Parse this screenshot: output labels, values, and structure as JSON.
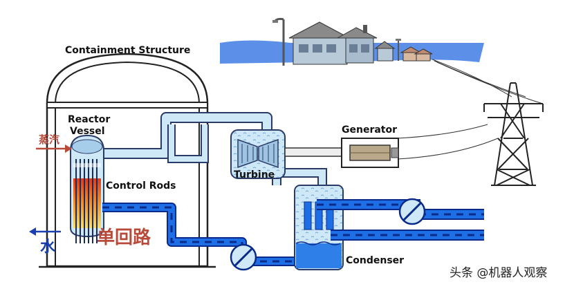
{
  "labels": {
    "containment": "Containment Structure",
    "reactor_line1": "Reactor",
    "reactor_line2": "Vessel",
    "control_rods": "Control Rods",
    "generator": "Generator",
    "turbine": "Turbine",
    "condenser": "Condenser"
  },
  "annotations": {
    "steam": "蒸汽",
    "single_loop": "单回路",
    "water": "水"
  },
  "watermark": "头条 @机器人观察",
  "colors": {
    "pipe_light": "#cfe8f7",
    "pipe_outline": "#2a3a66",
    "water_blue": "#1e6ee6",
    "water_dash": "#0a2a8a",
    "sky_band": "#5c8fe8",
    "annotation_red": "#b84a3a",
    "annotation_blue": "#1a3fb0",
    "fuel_red": "#e03a1a",
    "fuel_yellow": "#f6d24a"
  },
  "icons": {
    "houses": "house-icon",
    "transmission_tower": "transmission-tower-icon",
    "pump": "pump-icon",
    "turbine": "turbine-icon",
    "generator": "generator-icon"
  }
}
